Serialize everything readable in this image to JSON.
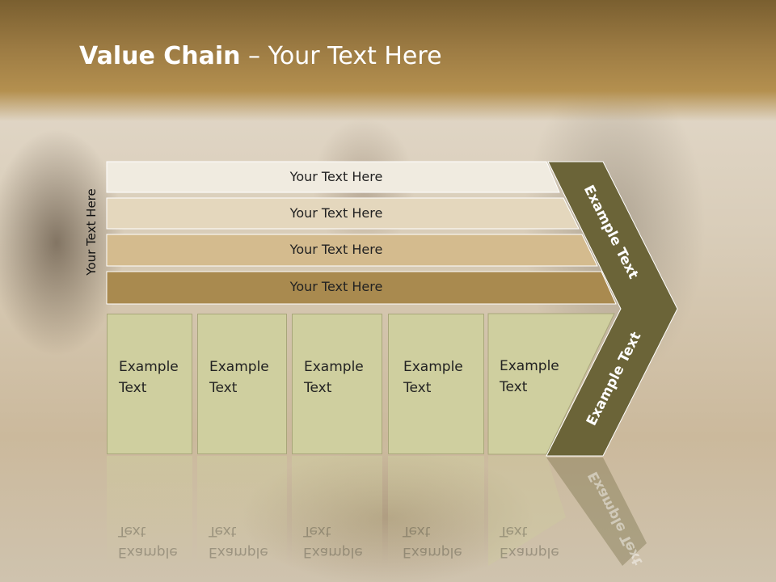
{
  "title": {
    "bold": "Value Chain",
    "rest": " – Your Text Here"
  },
  "side_label": "Your Text Here",
  "bars": [
    {
      "label": "Your Text Here",
      "color": "#f0ebe0"
    },
    {
      "label": "Your Text Here",
      "color": "#e4d7bd"
    },
    {
      "label": "Your Text Here",
      "color": "#d4bb8e"
    },
    {
      "label": "Your Text Here",
      "color": "#a98a4f"
    }
  ],
  "boxes": [
    {
      "line1": "Example",
      "line2": "Text"
    },
    {
      "line1": "Example",
      "line2": "Text"
    },
    {
      "line1": "Example",
      "line2": "Text"
    },
    {
      "line1": "Example",
      "line2": "Text"
    },
    {
      "line1": "Example",
      "line2": "Text"
    }
  ],
  "chevron": {
    "upper_label": "Example Text",
    "lower_label": "Example Text",
    "color": "#6b6438"
  }
}
